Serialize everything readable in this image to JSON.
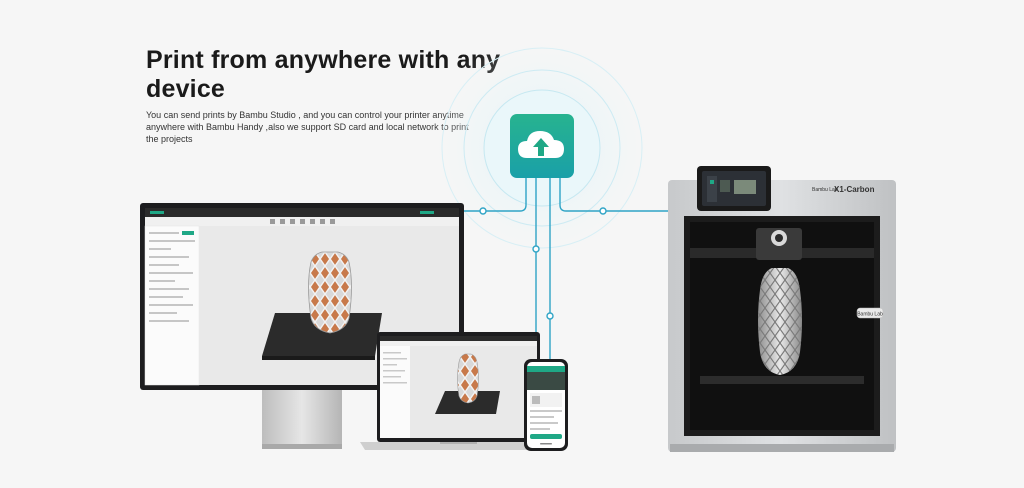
{
  "hero": {
    "title": "Print from anywhere with any device",
    "description": "You can send prints by Bambu Studio , and you can control your printer anytime anywhere with Bambu Handy ,also we support SD card and local network to print the projects"
  },
  "printer": {
    "brand": "Bambu Lab",
    "model": "X1-Carbon",
    "side_badge": "Bambu Lab"
  },
  "colors": {
    "accent": "#1fa886",
    "cloud_top": "#27b38f",
    "cloud_bottom": "#1aa0a8",
    "line": "#2fa4c6"
  },
  "icons": {
    "cloud": "cloud-upload-icon"
  }
}
